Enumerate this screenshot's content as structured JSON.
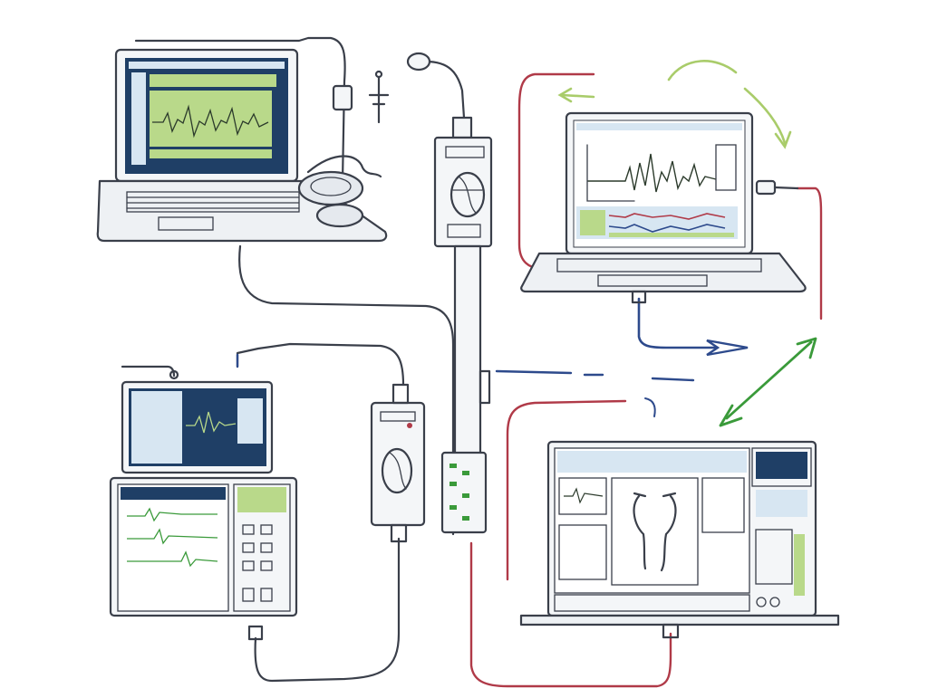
{
  "colors": {
    "ink": "#3a3f4a",
    "screen_navy": "#1f3f66",
    "screen_green": "#b9d98a",
    "screen_blue": "#d7e6f2",
    "cable_red": "#b03a48",
    "cable_blue": "#2d4a8c",
    "arrow_green": "#3a9a3a",
    "arrow_lightgreen": "#a9cc6a",
    "waveform": "#2b3a2b"
  },
  "devices": [
    {
      "name": "laptop-top-left",
      "icon": "laptop-icon"
    },
    {
      "name": "laptop-top-right",
      "icon": "laptop-icon"
    },
    {
      "name": "monitor-bottom-left",
      "icon": "monitor-icon"
    },
    {
      "name": "workstation-bottom-right",
      "icon": "workstation-icon"
    },
    {
      "name": "sensor-module-center",
      "icon": "sensor-icon"
    },
    {
      "name": "sensor-module-lower",
      "icon": "sensor-icon"
    },
    {
      "name": "stethoscope",
      "icon": "stethoscope-icon"
    }
  ]
}
